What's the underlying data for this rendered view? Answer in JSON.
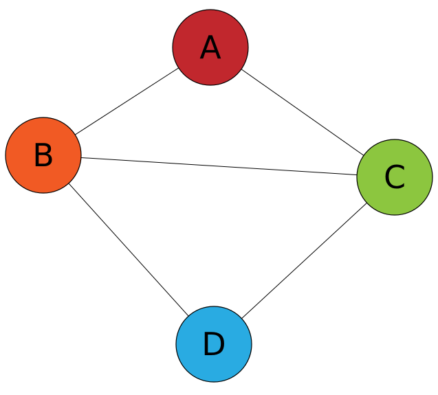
{
  "graph": {
    "nodes": [
      {
        "id": "A",
        "label": "A",
        "color": "#c1272d"
      },
      {
        "id": "B",
        "label": "B",
        "color": "#f15a24"
      },
      {
        "id": "C",
        "label": "C",
        "color": "#8cc63f"
      },
      {
        "id": "D",
        "label": "D",
        "color": "#29abe2"
      }
    ],
    "edges": [
      {
        "from": "A",
        "to": "B"
      },
      {
        "from": "A",
        "to": "C"
      },
      {
        "from": "B",
        "to": "C"
      },
      {
        "from": "B",
        "to": "D"
      },
      {
        "from": "C",
        "to": "D"
      }
    ]
  }
}
